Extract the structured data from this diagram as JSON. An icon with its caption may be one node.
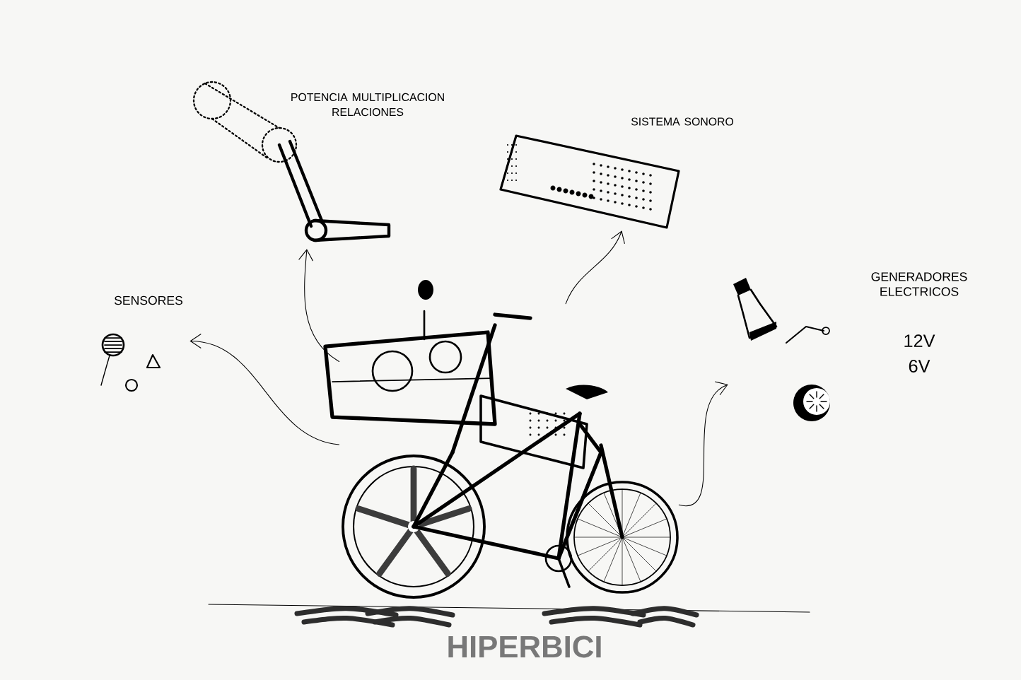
{
  "diagram": {
    "title": "HIPERBICI",
    "nodes": [
      {
        "text": [],
        "shape": "picture"
      },
      {
        "text": [
          "POTENCIA MULTIPLICACION RELACIONES"
        ]
      },
      {
        "text": [
          "SISTEMA SONORO"
        ]
      },
      {
        "text": [
          "SENSORES"
        ]
      },
      {
        "text": [
          "GENERADORES ELECTRICOS",
          "12V",
          "6V"
        ]
      }
    ],
    "edges": [
      {
        "from": 0,
        "to": 1,
        "arrow": "to"
      },
      {
        "from": 0,
        "to": 2,
        "arrow": "to"
      },
      {
        "from": 0,
        "to": 3,
        "arrow": "to"
      },
      {
        "from": 0,
        "to": 4,
        "arrow": "to"
      }
    ]
  }
}
